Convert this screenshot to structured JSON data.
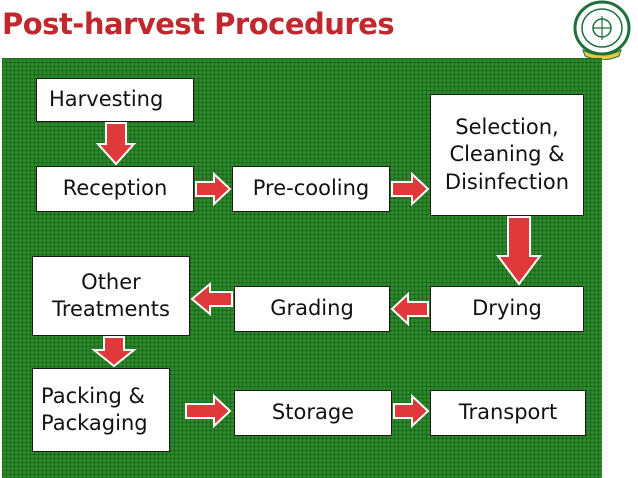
{
  "title": "Post-harvest Procedures",
  "logo": {
    "icon": "university-seal-icon",
    "ring_color": "#1f6f3a",
    "accent": "#e8c840"
  },
  "colors": {
    "background": "#2a8a2a",
    "box_fill": "#ffffff",
    "arrow_fill": "#e0393b",
    "arrow_stroke": "#ffffff",
    "title": "#c0282d"
  },
  "steps": {
    "harvesting": "Harvesting",
    "reception": "Reception",
    "precooling": "Pre-cooling",
    "selection": "Selection,\nCleaning &\nDisinfection",
    "drying": "Drying",
    "grading": "Grading",
    "other_treatments": "Other\nTreatments",
    "packing": "Packing &\nPackaging",
    "storage": "Storage",
    "transport": "Transport"
  }
}
